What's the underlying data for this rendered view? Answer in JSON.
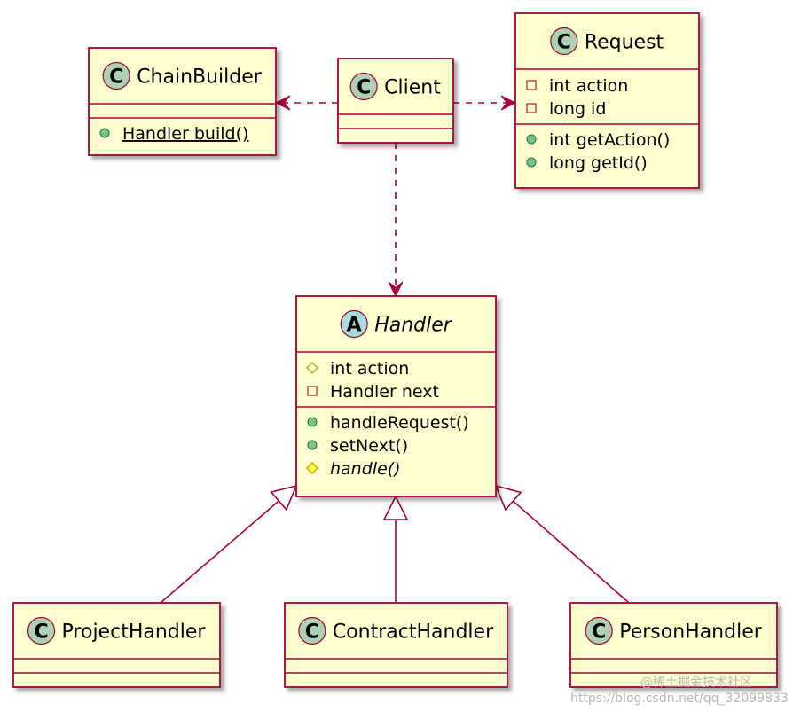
{
  "classes": {
    "chainbuilder": {
      "stereotype": "C",
      "name": "ChainBuilder",
      "attributes": [],
      "methods": [
        {
          "vis": "+",
          "text": "Handler build()"
        }
      ]
    },
    "client": {
      "stereotype": "C",
      "name": "Client",
      "attributes": [],
      "methods": []
    },
    "request": {
      "stereotype": "C",
      "name": "Request",
      "attributes": [
        {
          "vis": "-",
          "text": "int action"
        },
        {
          "vis": "-",
          "text": "long id"
        }
      ],
      "methods": [
        {
          "vis": "+",
          "text": "int getAction()"
        },
        {
          "vis": "+",
          "text": "long getId()"
        }
      ]
    },
    "handler": {
      "stereotype": "A",
      "name": "Handler",
      "attributes": [
        {
          "vis": "#",
          "text": "int action"
        },
        {
          "vis": "-",
          "text": "Handler next"
        }
      ],
      "methods": [
        {
          "vis": "+",
          "text": "handleRequest()"
        },
        {
          "vis": "+",
          "text": "setNext()"
        },
        {
          "vis": "#",
          "text": "handle()"
        }
      ]
    },
    "projecthandler": {
      "stereotype": "C",
      "name": "ProjectHandler",
      "attributes": [],
      "methods": []
    },
    "contracthandler": {
      "stereotype": "C",
      "name": "ContractHandler",
      "attributes": [],
      "methods": []
    },
    "personhandler": {
      "stereotype": "C",
      "name": "PersonHandler",
      "attributes": [],
      "methods": []
    }
  },
  "relations": [
    {
      "type": "dependency",
      "from": "client",
      "to": "chainbuilder"
    },
    {
      "type": "dependency",
      "from": "client",
      "to": "request"
    },
    {
      "type": "dependency",
      "from": "client",
      "to": "handler"
    },
    {
      "type": "inheritance",
      "from": "projecthandler",
      "to": "handler"
    },
    {
      "type": "inheritance",
      "from": "contracthandler",
      "to": "handler"
    },
    {
      "type": "inheritance",
      "from": "personhandler",
      "to": "handler"
    }
  ],
  "colors": {
    "fill": "#FEFECE",
    "border": "#A80036",
    "class_circle": "#ADD1B2",
    "abstract_circle": "#A9DCDF",
    "public": "#84BE84",
    "private": "#C82930",
    "protected": "#C4A000",
    "protected_method": "#FFFF44"
  },
  "watermark": {
    "line1": "@稀土掘金技术社区",
    "line2": "https://blog.csdn.net/qq_32099833"
  }
}
